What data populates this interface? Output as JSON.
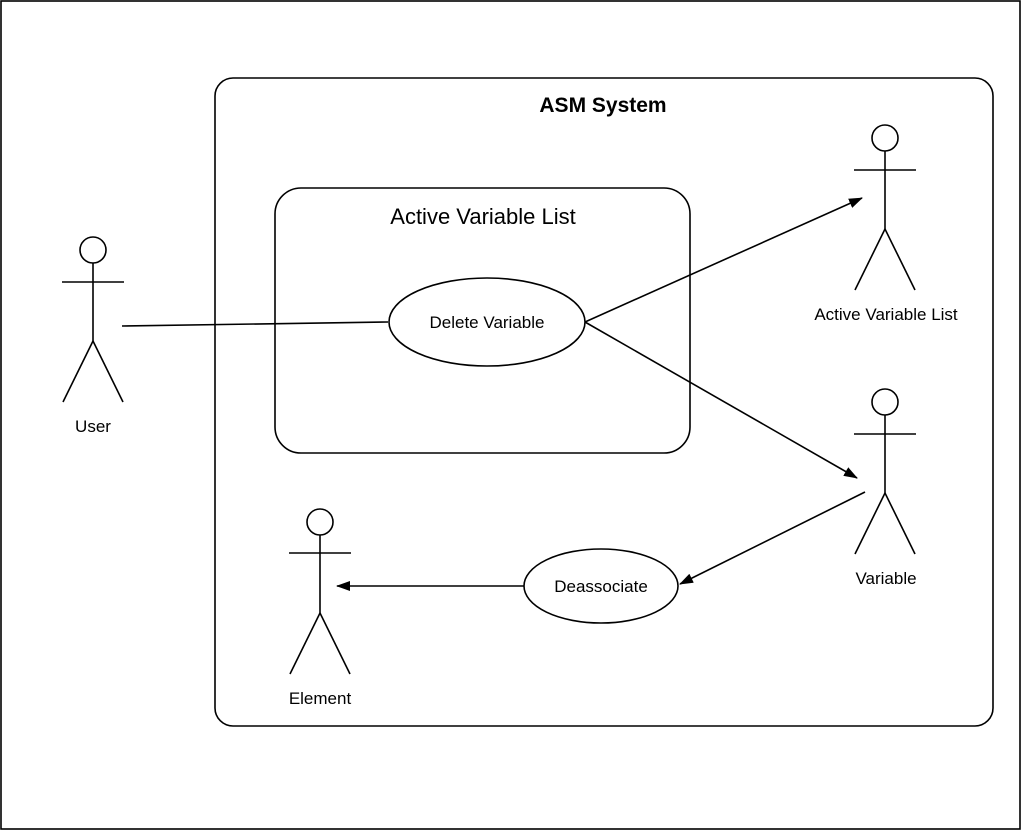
{
  "system": {
    "title": "ASM System"
  },
  "package": {
    "title": "Active Variable List"
  },
  "use_cases": {
    "delete_variable": "Delete Variable",
    "deassociate": "Deassociate"
  },
  "actors": {
    "user": "User",
    "active_variable_list": "Active Variable List",
    "variable": "Variable",
    "element": "Element"
  },
  "colors": {
    "stroke": "#000000",
    "background": "#ffffff"
  }
}
